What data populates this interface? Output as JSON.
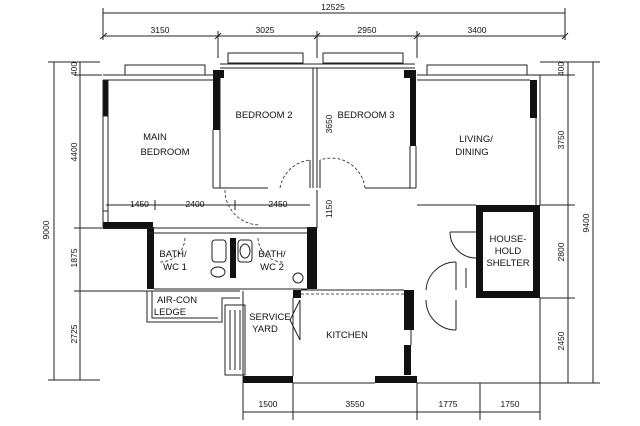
{
  "dimensions": {
    "top_total": "12525",
    "top_segments": [
      "3150",
      "3025",
      "2950",
      "3400"
    ],
    "left_total": "9000",
    "left_segments": [
      "400",
      "4400",
      "1875",
      "2725"
    ],
    "right_total": "9400",
    "right_segments": [
      "400",
      "3750",
      "2800",
      "2450"
    ],
    "bottom_segments": [
      "1500",
      "3550",
      "1775",
      "1750"
    ],
    "interior": [
      "1450",
      "2400",
      "2450",
      "1150",
      "3650"
    ]
  },
  "rooms": {
    "main_bedroom": [
      "MAIN",
      "BEDROOM"
    ],
    "bedroom_2": "BEDROOM 2",
    "bedroom_3": "BEDROOM 3",
    "living_dining": [
      "LIVING/",
      "DINING"
    ],
    "household_shelter": [
      "HOUSE-",
      "HOLD",
      "SHELTER"
    ],
    "bath_wc_1": [
      "BATH/",
      "WC 1"
    ],
    "bath_wc_2": [
      "BATH/",
      "WC 2"
    ],
    "aircon_ledge": [
      "AIR-CON",
      "LEDGE"
    ],
    "service_yard": [
      "SERVICE",
      "YARD"
    ],
    "kitchen": "KITCHEN"
  },
  "colors": {
    "wall": "#111111",
    "line": "#222222",
    "background": "#ffffff"
  }
}
